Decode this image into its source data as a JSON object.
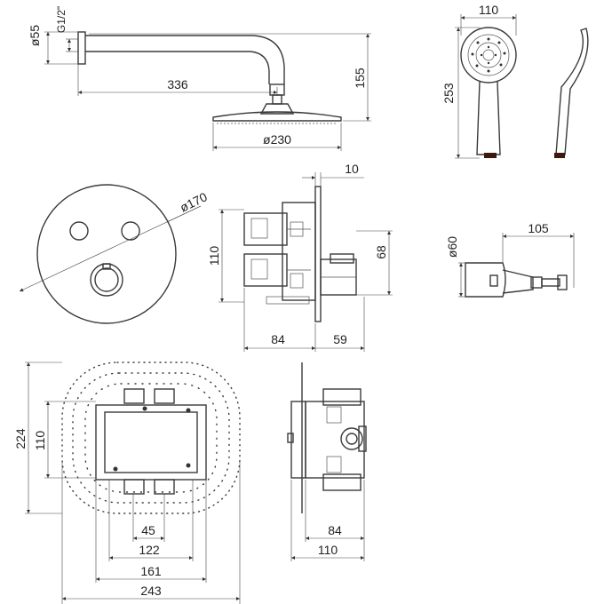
{
  "shower_arm": {
    "dia_inlet": "ø55",
    "thread": "G1/2\"",
    "length": "336",
    "height": "155",
    "head_dia": "ø230"
  },
  "hand_shower": {
    "width": "110",
    "length": "253"
  },
  "control_panel": {
    "dia": "ø170",
    "plate_thickness": "10",
    "body_height": "110",
    "cartridge_height": "68",
    "depth_left": "84",
    "depth_right": "59"
  },
  "wall_outlet": {
    "dia": "ø60",
    "length": "105"
  },
  "concealed_box": {
    "height_total": "224",
    "height_inner": "110",
    "w45": "45",
    "w122": "122",
    "w161": "161",
    "w243": "243",
    "side_depth_inner": "84",
    "side_depth_total": "110"
  },
  "colors": {
    "line": "#3a3a3a",
    "chrome_dark": "#555555",
    "handle_tip": "#3d1a10"
  }
}
